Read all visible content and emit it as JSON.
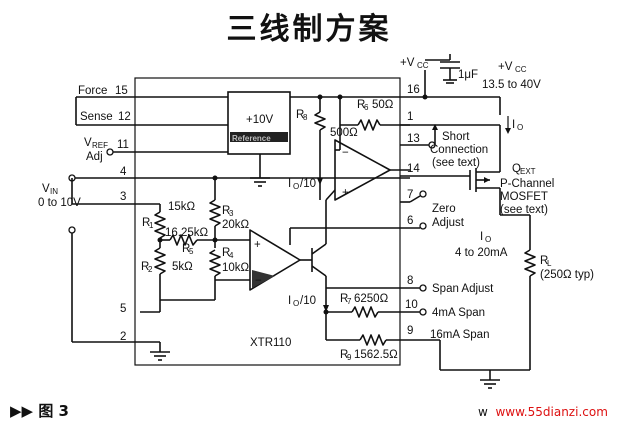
{
  "title": "三线制方案",
  "figure_label": "图 3",
  "figure_marker": "▶▶",
  "watermark": {
    "prefix": "w",
    "site": "www.55dianzi.com"
  },
  "chip": {
    "name": "XTR110"
  },
  "reference": {
    "voltage": "+10V",
    "label": "Reference"
  },
  "pins": {
    "p15": "15",
    "p12": "12",
    "p11": "11",
    "p4": "4",
    "p3": "3",
    "p5": "5",
    "p2": "2",
    "p16": "16",
    "p1": "1",
    "p13": "13",
    "p14": "14",
    "p7": "7",
    "p6": "6",
    "p8": "8",
    "p10": "10",
    "p9": "9"
  },
  "left_labels": {
    "force": "Force",
    "sense": "Sense",
    "vref_main": "V",
    "vref_sub": "REF",
    "vref_adj": "Adj",
    "vin_main": "V",
    "vin_sub": "IN",
    "vin_range": "0 to 10V"
  },
  "resistors": {
    "r1": "R",
    "r1_sub": "1",
    "r1_val": "15kΩ",
    "r2": "R",
    "r2_sub": "2",
    "r2_val": "5kΩ",
    "r3": "R",
    "r3_sub": "3",
    "r3_val": "20kΩ",
    "r4": "R",
    "r4_sub": "4",
    "r4_val": "10kΩ",
    "r5_val": "16.25kΩ",
    "r5_name": "R",
    "r5_sub": "5",
    "r6": "R",
    "r6_sub": "6",
    "r6_val": "50Ω",
    "r7": "R",
    "r7_sub": "7",
    "r7_val": "6250Ω",
    "r8": "R",
    "r8_sub": "8",
    "r8_val": "500Ω",
    "r9": "R",
    "r9_sub": "9",
    "r9_val": "1562.5Ω"
  },
  "current_labels": {
    "io10_a": "I",
    "io10_a_sub": "O",
    "io10_a_rest": "/10",
    "io10_b": "I",
    "io10_b_sub": "O",
    "io10_b_rest": "/10",
    "io_top": "I",
    "io_top_sub": "O",
    "io_out": "I",
    "io_out_sub": "O",
    "io_range": "4 to 20mA"
  },
  "supply": {
    "vcc_plus": "+V",
    "vcc_sub": "CC",
    "cap": "1μF",
    "vcc2_plus": "+V",
    "vcc2_sub": "CC",
    "range": "13.5 to 40V"
  },
  "right_labels": {
    "short1": "Short",
    "short2": "Connection",
    "short3": "(see text)",
    "oext": "Q",
    "oext_sub": "EXT",
    "pch1": "P-Channel",
    "pch2": "MOSFET",
    "pch3": "(see text)",
    "zero1": "Zero",
    "zero2": "Adjust",
    "span_adjust": "Span Adjust",
    "span4": "4mA Span",
    "span16": "16mA Span",
    "rl": "R",
    "rl_sub": "L",
    "rl_val": "(250Ω typ)"
  }
}
